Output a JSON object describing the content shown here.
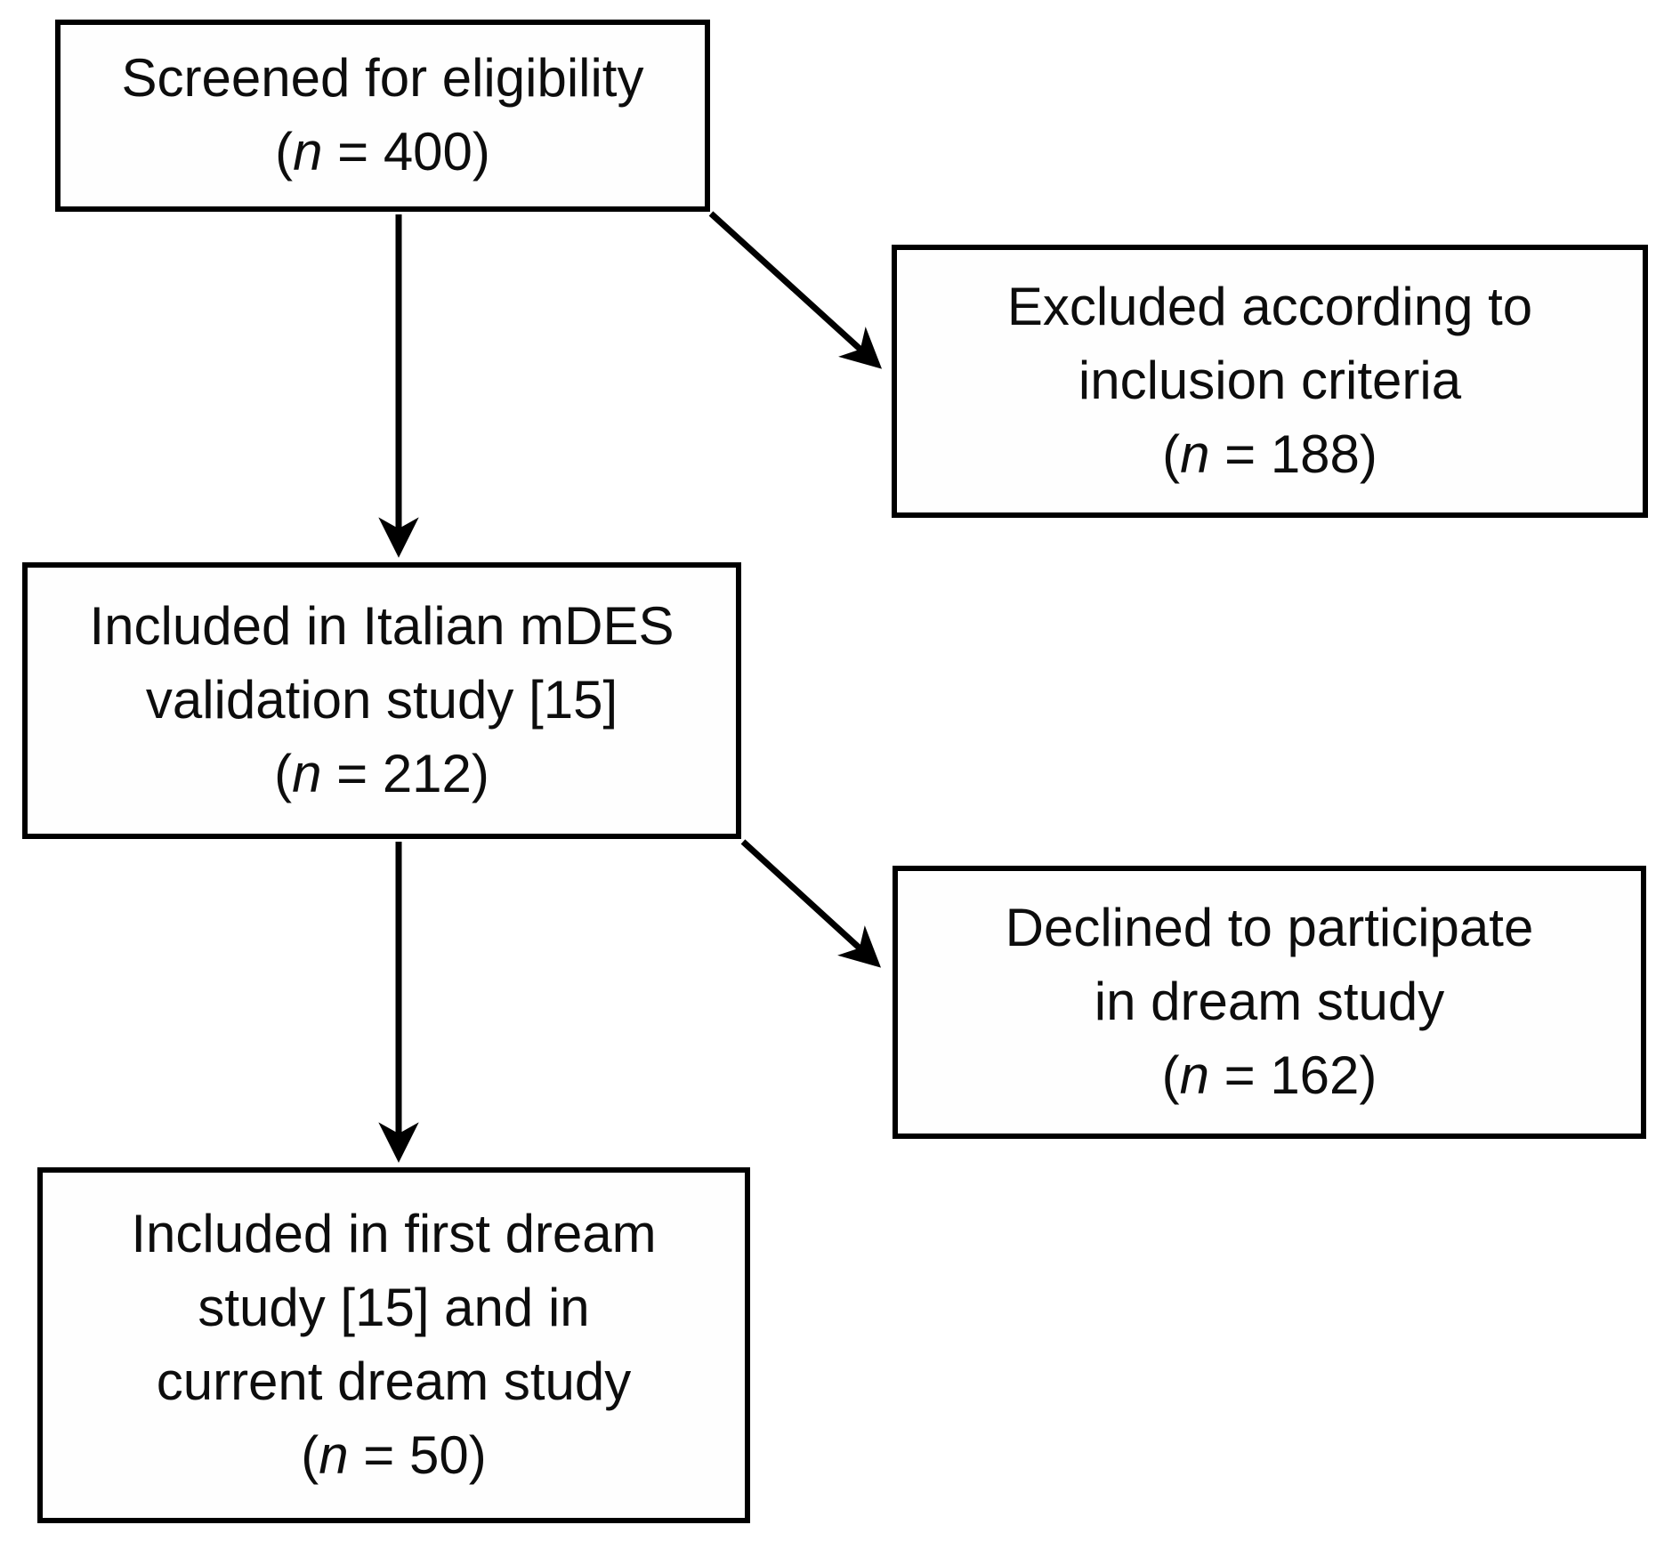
{
  "figure": {
    "type": "study-flow-diagram",
    "background": "#ffffff",
    "line_color": "#000000",
    "text_color": "#0d0d0d",
    "boxes": {
      "screened": {
        "lines": [
          "Screened for eligibility"
        ],
        "n_open": "(",
        "n_sym": "n",
        "n_rest": " = 400)"
      },
      "excluded": {
        "lines": [
          "Excluded according to",
          "inclusion criteria"
        ],
        "n_open": "(",
        "n_sym": "n",
        "n_rest": " = 188)"
      },
      "validation": {
        "lines": [
          "Included in Italian mDES",
          "validation study [15]"
        ],
        "n_open": "(",
        "n_sym": "n",
        "n_rest": " = 212)"
      },
      "declined": {
        "lines": [
          "Declined to participate",
          "in dream study"
        ],
        "n_open": "(",
        "n_sym": "n",
        "n_rest": " = 162)"
      },
      "dream": {
        "lines": [
          "Included in first dream",
          "study [15] and in",
          "current dream study"
        ],
        "n_open": "(",
        "n_sym": "n",
        "n_rest": " = 50)"
      }
    }
  }
}
